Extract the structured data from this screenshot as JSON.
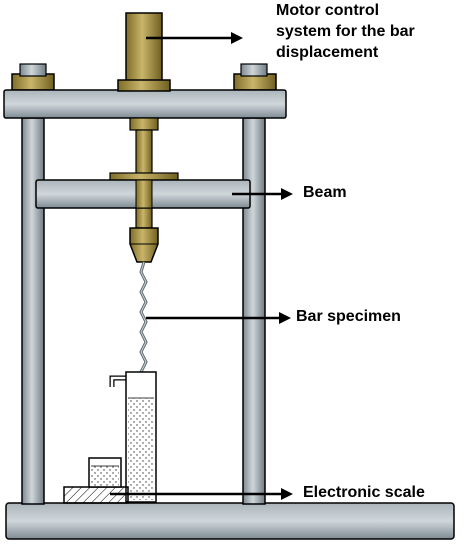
{
  "labels": {
    "motor_line1": "Motor control",
    "motor_line2": "system for the bar",
    "motor_line3": "displacement",
    "beam": "Beam",
    "bar_specimen": "Bar specimen",
    "electronic_scale": "Electronic scale"
  },
  "colors": {
    "steel": "#8e9aa2",
    "steel_light": "#c6ced3",
    "brass": "#9c8a3c",
    "brass_light": "#c9b56a",
    "outline": "#000000"
  }
}
